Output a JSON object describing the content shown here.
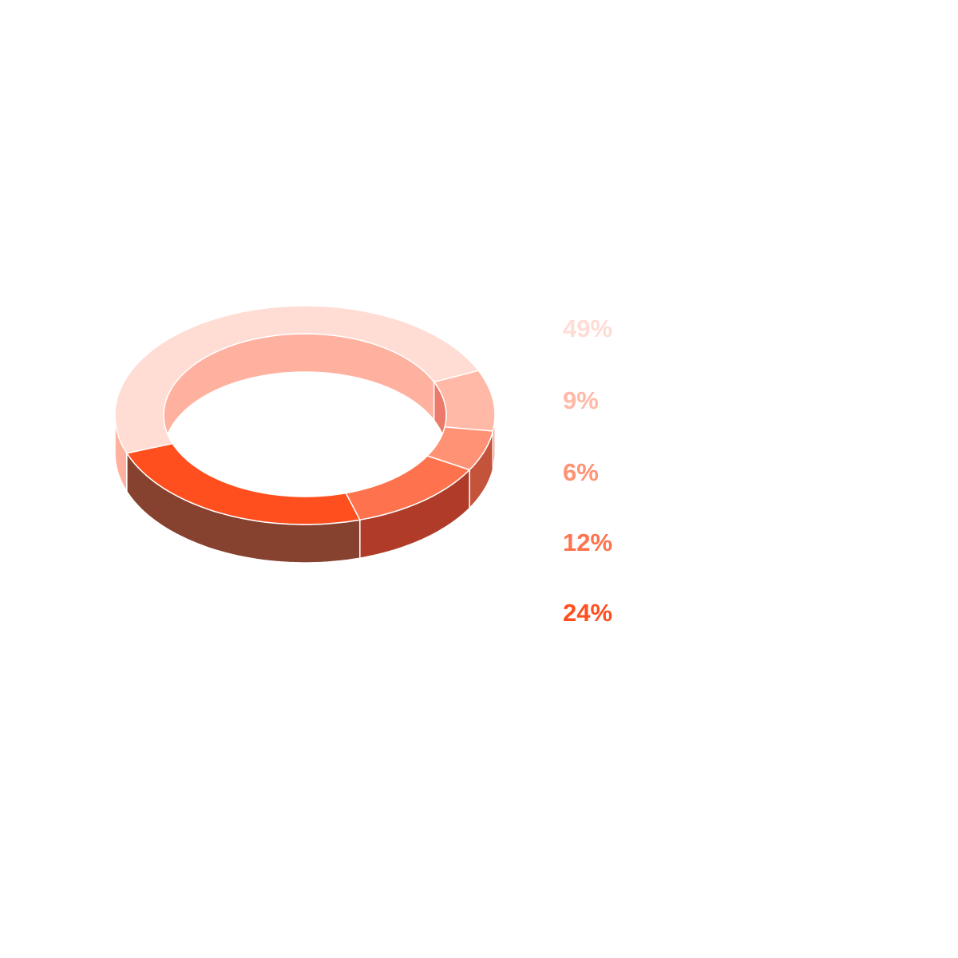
{
  "chart_data": {
    "type": "pie",
    "variant": "3d-donut",
    "title": "",
    "legend_placement": "right",
    "slices": [
      {
        "label": "49%",
        "value": 49,
        "top": "#FFDCD4",
        "side": "#FFB1A0"
      },
      {
        "label": "9%",
        "value": 9,
        "top": "#FFB9A6",
        "side": "#EB7A6A"
      },
      {
        "label": "6%",
        "value": 6,
        "top": "#FF9274",
        "side": "#C4533B"
      },
      {
        "label": "12%",
        "value": 12,
        "top": "#FF724E",
        "side": "#AF3B28"
      },
      {
        "label": "24%",
        "value": 24,
        "top": "#FF4F1E",
        "side": "#86412F"
      }
    ]
  }
}
